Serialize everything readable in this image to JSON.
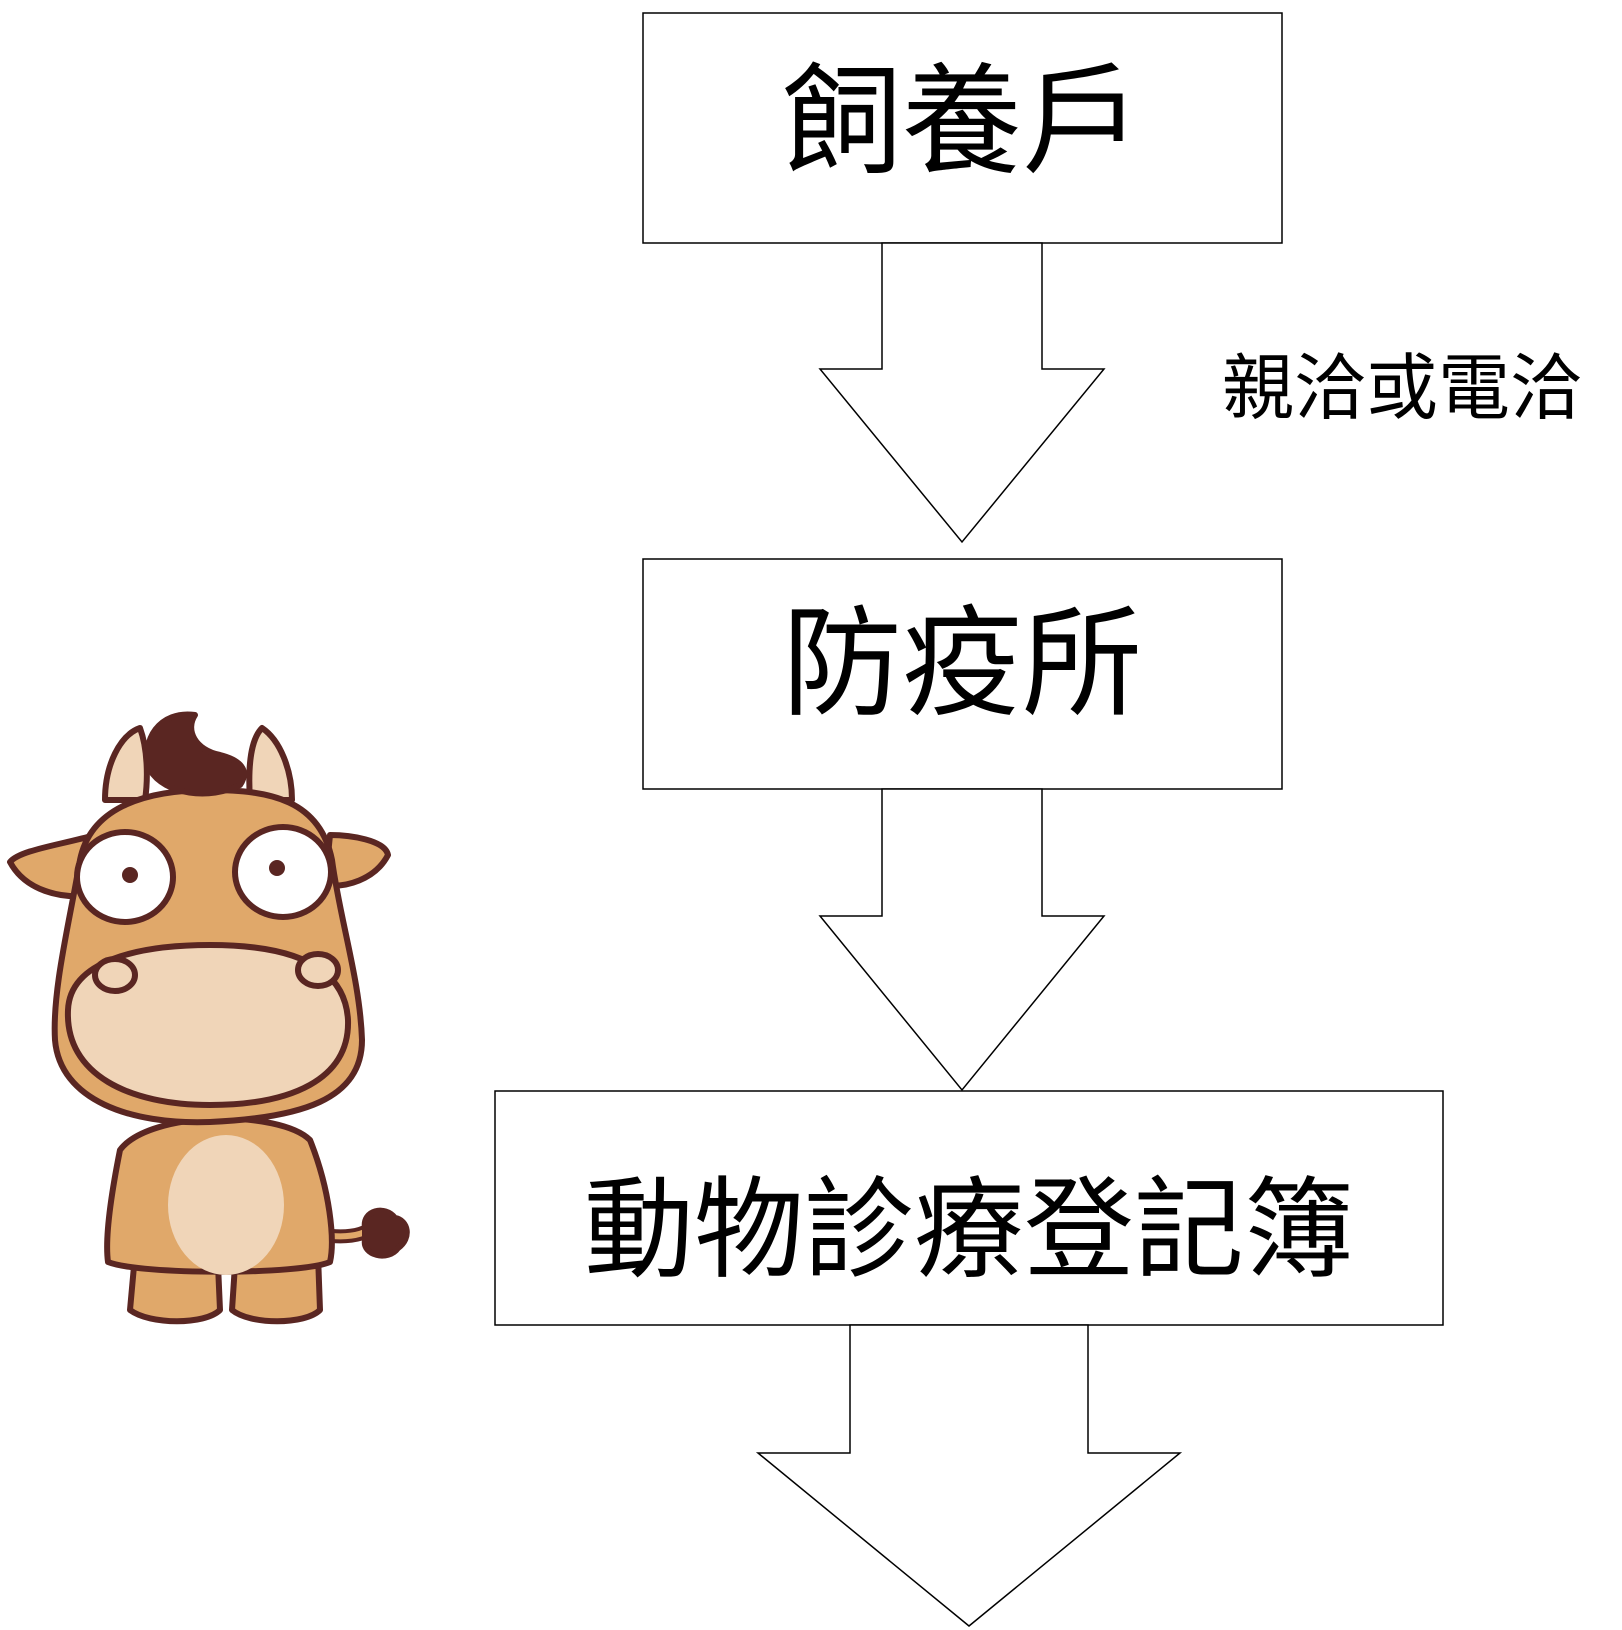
{
  "flow": {
    "nodes": [
      {
        "id": "farmer",
        "label": "飼養戶"
      },
      {
        "id": "quarantine",
        "label": "防疫所"
      },
      {
        "id": "register",
        "label": "動物診療登記簿"
      }
    ],
    "arrow_note": "親洽或電洽"
  },
  "colors": {
    "stroke": "#000000",
    "cow_body": "#E0A86A",
    "cow_muzzle": "#F0D5B8",
    "cow_outline": "#5A2622",
    "cow_eye": "#FFFFFF"
  }
}
